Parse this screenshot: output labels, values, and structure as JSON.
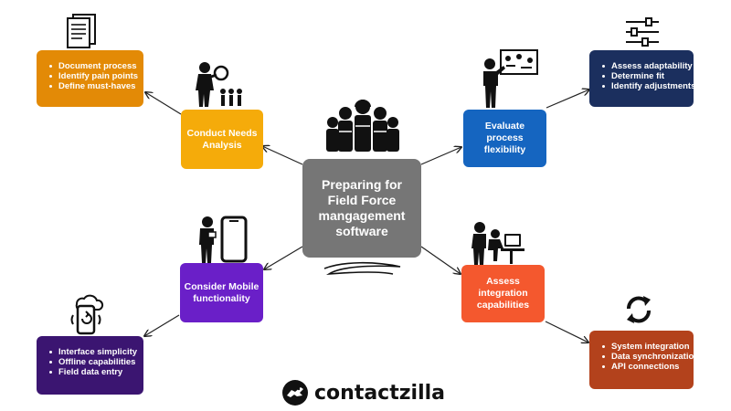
{
  "center": {
    "lines": [
      "Preparing for",
      "Field Force",
      "mangagement",
      "software"
    ]
  },
  "nodes": {
    "needs": {
      "lines": [
        "Conduct Needs",
        "Analysis"
      ],
      "color": "#F5AB0A"
    },
    "evaluate": {
      "lines": [
        "Evaluate process",
        "flexibility"
      ],
      "color": "#1565C0"
    },
    "mobile": {
      "lines": [
        "Consider Mobile",
        "functionality"
      ],
      "color": "#6A1FC8"
    },
    "integration": {
      "lines": [
        "Assess",
        "integration",
        "capabilities"
      ],
      "color": "#F4582E"
    }
  },
  "lists": {
    "needs": {
      "items": [
        "Document process",
        "Identify pain points",
        "Define must-haves"
      ],
      "color": "#E38A06"
    },
    "evaluate": {
      "items": [
        "Assess adaptability",
        "Determine fit",
        "Identify adjustments"
      ],
      "color": "#1B2F5E"
    },
    "mobile": {
      "items": [
        "Interface simplicity",
        "Offline capabilities",
        "Field data entry"
      ],
      "color": "#3B1571"
    },
    "integration": {
      "items": [
        "System integration",
        "Data synchronization",
        "API connections"
      ],
      "color": "#B3421C"
    }
  },
  "icons": {
    "center": "team-of-workers-icon",
    "needs_doc": "documents-icon",
    "needs_person": "person-with-magnifier-icon",
    "evaluate_person": "presenter-with-board-icon",
    "evaluate_list": "sliders-icon",
    "mobile_person": "person-with-phone-icon",
    "mobile_list": "phone-with-cloud-icon",
    "integration_person": "people-at-computer-icon",
    "integration_list": "sync-arrows-icon"
  },
  "brand": {
    "name": "contactzilla"
  }
}
